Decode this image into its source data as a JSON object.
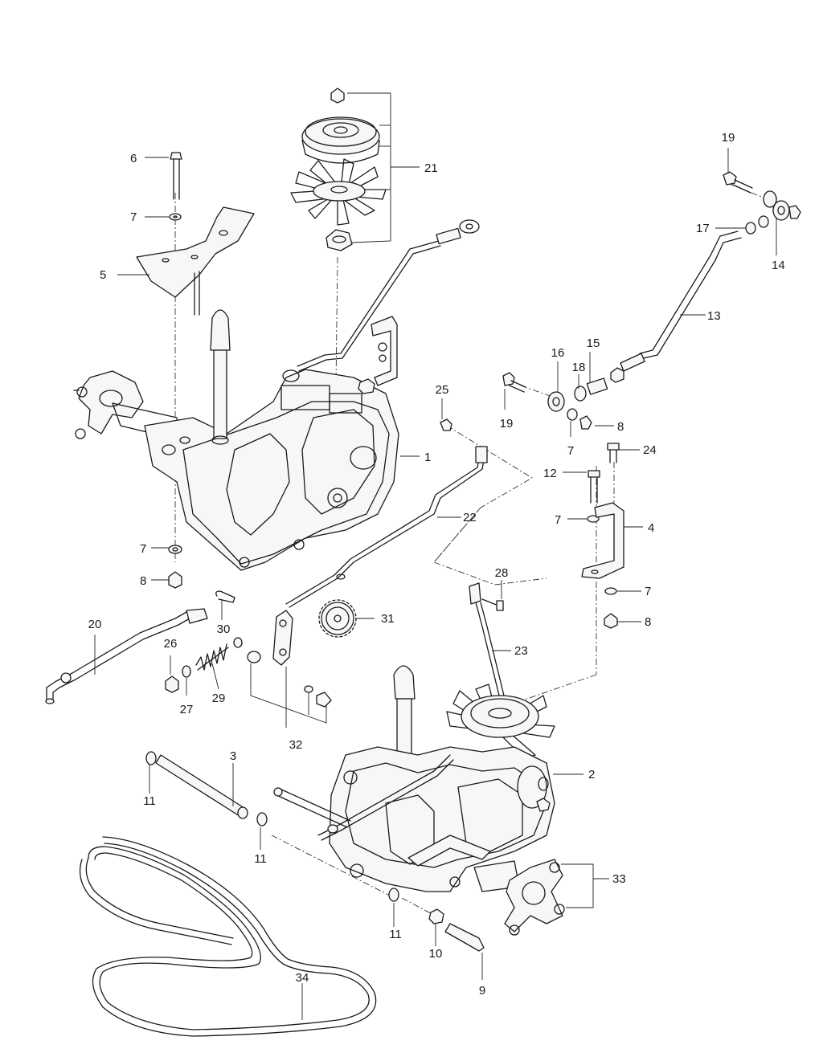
{
  "callouts": [
    {
      "id": "c19a",
      "text": "19"
    },
    {
      "id": "c21",
      "text": "21"
    },
    {
      "id": "c6",
      "text": "6"
    },
    {
      "id": "c7a",
      "text": "7"
    },
    {
      "id": "c17",
      "text": "17"
    },
    {
      "id": "c14",
      "text": "14"
    },
    {
      "id": "c5",
      "text": "5"
    },
    {
      "id": "c13",
      "text": "13"
    },
    {
      "id": "c16",
      "text": "16"
    },
    {
      "id": "c15",
      "text": "15"
    },
    {
      "id": "c18",
      "text": "18"
    },
    {
      "id": "c25",
      "text": "25"
    },
    {
      "id": "c19b",
      "text": "19"
    },
    {
      "id": "c8a",
      "text": "8"
    },
    {
      "id": "c7b",
      "text": "7"
    },
    {
      "id": "c24",
      "text": "24"
    },
    {
      "id": "c1",
      "text": "1"
    },
    {
      "id": "c12",
      "text": "12"
    },
    {
      "id": "c22",
      "text": "22"
    },
    {
      "id": "c7c",
      "text": "7"
    },
    {
      "id": "c4",
      "text": "4"
    },
    {
      "id": "c7d",
      "text": "7"
    },
    {
      "id": "c8b",
      "text": "8"
    },
    {
      "id": "c28",
      "text": "28"
    },
    {
      "id": "c7e",
      "text": "7"
    },
    {
      "id": "c8c",
      "text": "8"
    },
    {
      "id": "c20",
      "text": "20"
    },
    {
      "id": "c30",
      "text": "30"
    },
    {
      "id": "c31",
      "text": "31"
    },
    {
      "id": "c26",
      "text": "26"
    },
    {
      "id": "c23",
      "text": "23"
    },
    {
      "id": "c27",
      "text": "27"
    },
    {
      "id": "c29",
      "text": "29"
    },
    {
      "id": "c32",
      "text": "32"
    },
    {
      "id": "c3",
      "text": "3"
    },
    {
      "id": "c2",
      "text": "2"
    },
    {
      "id": "c11a",
      "text": "11"
    },
    {
      "id": "c11b",
      "text": "11"
    },
    {
      "id": "c33",
      "text": "33"
    },
    {
      "id": "c11c",
      "text": "11"
    },
    {
      "id": "c10",
      "text": "10"
    },
    {
      "id": "c34",
      "text": "34"
    },
    {
      "id": "c9",
      "text": "9"
    }
  ]
}
